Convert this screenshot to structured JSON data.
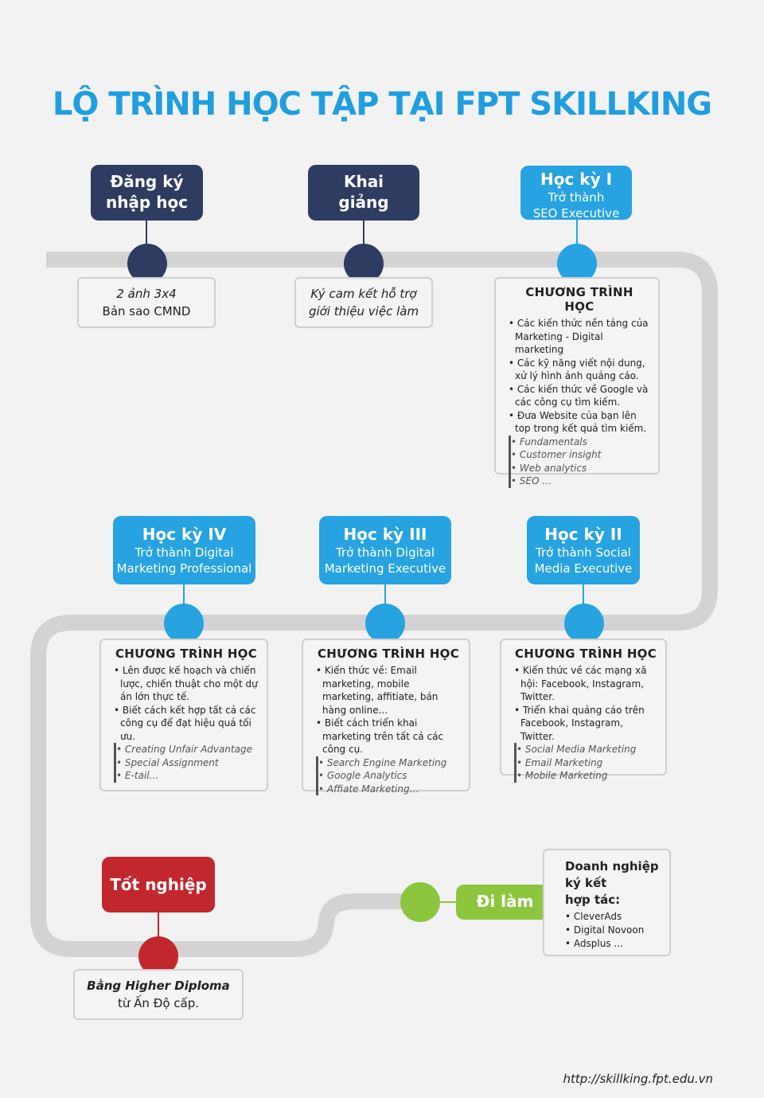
{
  "title": "LỘ TRÌNH HỌC TẬP TẠI FPT SKILLKING",
  "colors": {
    "navy": "#2e3c62",
    "blue": "#26a3e0",
    "red": "#c2272d",
    "green": "#8cc63f",
    "track": "#d3d3d3"
  },
  "milestones": {
    "register": {
      "title_line1": "Đăng ký",
      "title_line2": "nhập học",
      "note_line1": "2 ảnh 3x4",
      "note_line2": "Bản sao CMND"
    },
    "opening": {
      "title_line1": "Khai",
      "title_line2": "giảng",
      "note_line1": "Ký cam kết hỗ trợ",
      "note_line2": "giới thiệu việc làm"
    },
    "sem1": {
      "title": "Học kỳ I",
      "sub_line1": "Trở thành",
      "sub_line2": "SEO Executive",
      "program_heading": "CHƯƠNG TRÌNH HỌC",
      "items": [
        "Các kiến thức nền tảng của Marketing - Digital marketing",
        "Các kỹ năng viết nội dung, xử lý hình ảnh quảng cáo.",
        "Các kiến thức về Google và các công cụ tìm kiếm.",
        "Đưa Website của bạn lên top trong kết quả tìm kiếm."
      ],
      "subjects": [
        "Fundamentals",
        "Customer insight",
        "Web analytics",
        "SEO …"
      ]
    },
    "sem2": {
      "title": "Học kỳ II",
      "sub_line1": "Trở thành Social",
      "sub_line2": "Media Executive",
      "program_heading": "CHƯƠNG TRÌNH HỌC",
      "items": [
        "Kiến thức về các mạng xã hội: Facebook, Instagram, Twitter.",
        "Triển khai quảng cáo trên Facebook, Instagram, Twitter."
      ],
      "subjects": [
        "Social Media Marketing",
        "Email Marketing",
        "Mobile Marketing"
      ]
    },
    "sem3": {
      "title": "Học kỳ III",
      "sub_line1": "Trở thành Digital",
      "sub_line2": "Marketing Executive",
      "program_heading": "CHƯƠNG TRÌNH HỌC",
      "items": [
        "Kiến thức về: Email marketing, mobile marketing, affitiate, bán hàng online...",
        "Biết cách triển khai marketing trên tất cả các công cụ."
      ],
      "subjects": [
        "Search Engine Marketing",
        "Google Analytics",
        "Affiate Marketing…"
      ]
    },
    "sem4": {
      "title": "Học kỳ IV",
      "sub_line1": "Trở thành Digital",
      "sub_line2": "Marketing Professional",
      "program_heading": "CHƯƠNG TRÌNH HỌC",
      "items": [
        "Lên được kế hoạch và chiến lược, chiến thuật cho một dự án lớn thực tế.",
        "Biết cách kết hợp tất cả các công cụ để đạt hiệu quả tối ưu."
      ],
      "subjects": [
        "Creating Unfair Advantage",
        "Special Assignment",
        "E-tail…"
      ]
    },
    "graduate": {
      "title": "Tốt nghiệp",
      "note_line1": "Bằng Higher Diploma",
      "note_line2": "từ Ấn Độ cấp."
    },
    "work": {
      "title": "Đi làm",
      "partner_heading_line1": "Doanh nghiệp",
      "partner_heading_line2": "ký kết",
      "partner_heading_line3": "hợp tác:",
      "partners": [
        "CleverAds",
        "Digital Novoon",
        "Adsplus ..."
      ]
    }
  },
  "footer_url": "http://skillking.fpt.edu.vn"
}
